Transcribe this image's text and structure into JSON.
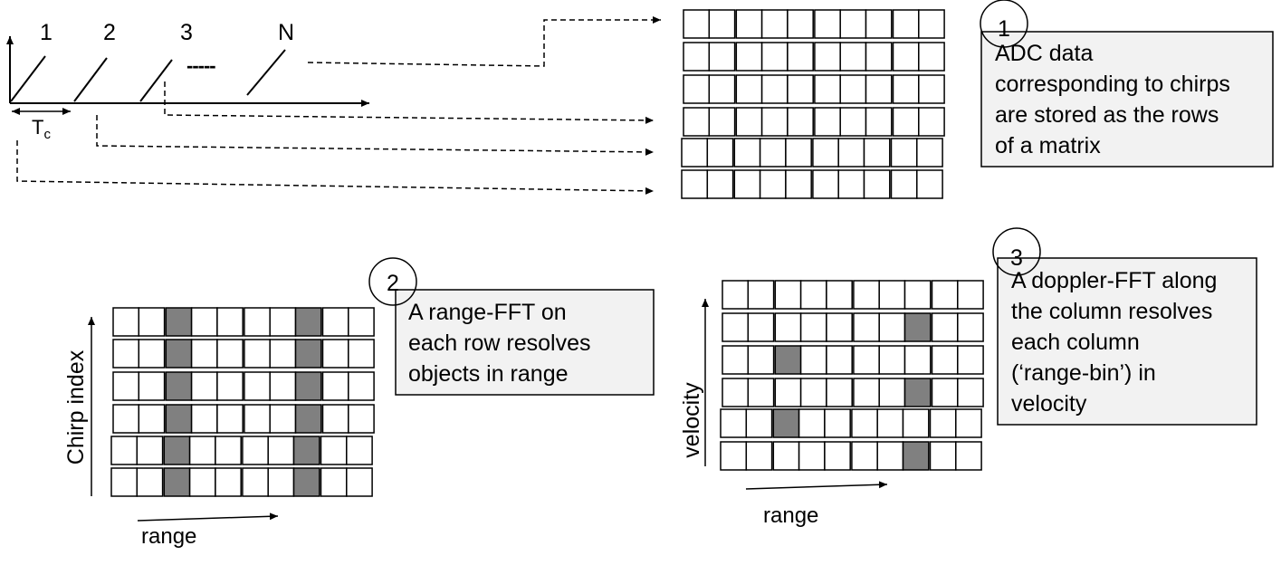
{
  "chirps": {
    "labels": [
      "1",
      "2",
      "3",
      "N"
    ],
    "period_main": "T",
    "period_sub": "c",
    "ellipsis": "-----"
  },
  "steps": [
    {
      "number": "1",
      "lines": [
        "ADC data",
        "corresponding to chirps",
        "are stored as the rows",
        "of a matrix"
      ]
    },
    {
      "number": "2",
      "lines": [
        "A range-FFT on",
        "each row resolves",
        "objects in range"
      ]
    },
    {
      "number": "3",
      "lines": [
        "A doppler-FFT along",
        "the column resolves",
        "each column",
        "(‘range-bin’) in",
        "velocity"
      ]
    }
  ],
  "axes": {
    "range_fft_y": "Chirp index",
    "range_fft_x": "range",
    "doppler_y": "velocity",
    "doppler_x": "range"
  },
  "matrices": {
    "adc": {
      "rows": 6,
      "cols": 10,
      "shaded": []
    },
    "range_fft": {
      "rows": 6,
      "cols": 10,
      "shaded": [
        [
          0,
          2
        ],
        [
          0,
          7
        ],
        [
          1,
          2
        ],
        [
          1,
          7
        ],
        [
          2,
          2
        ],
        [
          2,
          7
        ],
        [
          3,
          2
        ],
        [
          3,
          7
        ],
        [
          4,
          2
        ],
        [
          4,
          7
        ],
        [
          5,
          2
        ],
        [
          5,
          7
        ]
      ]
    },
    "doppler_fft": {
      "rows": 6,
      "cols": 10,
      "shaded": [
        [
          1,
          7
        ],
        [
          2,
          2
        ],
        [
          3,
          7
        ],
        [
          4,
          2
        ],
        [
          5,
          7
        ]
      ]
    }
  },
  "colors": {
    "shaded_cell": "#808080",
    "callout_fill": "#f2f2f2",
    "stroke": "#000000"
  }
}
